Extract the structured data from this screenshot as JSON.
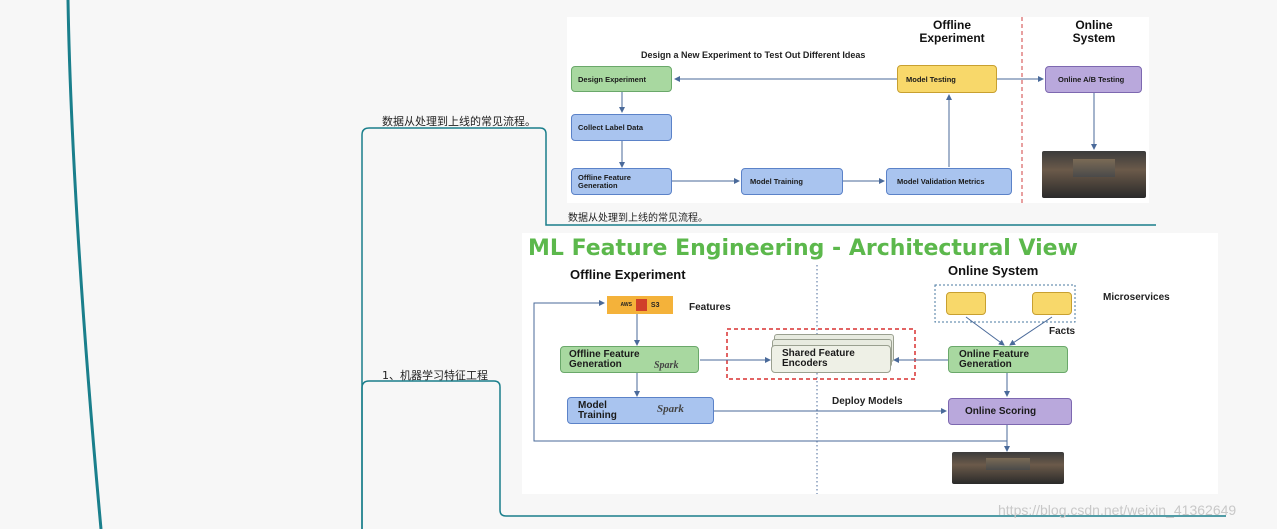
{
  "mindmap": {
    "node_a_label": "数据从处理到上线的常见流程。",
    "node_b_label": "1、机器学习特征工程"
  },
  "image1": {
    "caption": "数据从处理到上线的常见流程。",
    "hdr_offline": "Offline\nExperiment",
    "hdr_online": "Online\nSystem",
    "subtitle": "Design a New Experiment to Test Out Different Ideas",
    "design_experiment": "Design Experiment",
    "collect_label_data": "Collect Label Data",
    "offline_feature_generation": "Offline Feature\nGeneration",
    "model_training": "Model Training",
    "model_validation_metrics": "Model Validation Metrics",
    "model_testing": "Model Testing",
    "online_ab_testing": "Online A/B Testing"
  },
  "image2": {
    "title": "ML Feature Engineering - Architectural View",
    "hdr_offline": "Offline Experiment",
    "hdr_online": "Online System",
    "aws_label": "AWS",
    "s3_label": "S3",
    "features": "Features",
    "microservices": "Microservices",
    "facts": "Facts",
    "offline_feature_generation": "Offline Feature\nGeneration",
    "shared_feature_encoders": "Shared Feature\nEncoders",
    "online_feature_generation": "Online Feature\nGeneration",
    "model_training": "Model\nTraining",
    "deploy_models": "Deploy Models",
    "online_scoring": "Online Scoring",
    "spark_label": "Spark"
  },
  "watermark": "https://blog.csdn.net/weixin_41362649",
  "colors": {
    "mindmap_line": "#1a7f8c",
    "title_green": "#5cb84c",
    "green_box": "#a8d8a0",
    "blue_box": "#a9c4ef",
    "yellow_box": "#f8d86a",
    "purple_box": "#b9a8dc"
  }
}
